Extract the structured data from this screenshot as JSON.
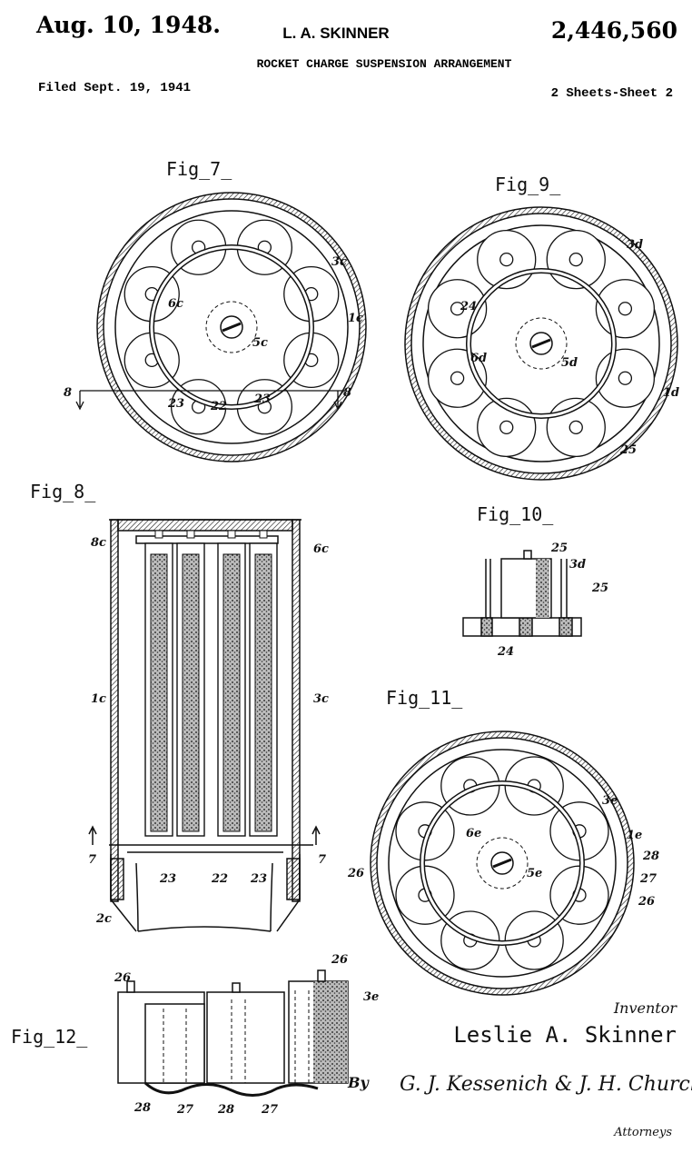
{
  "header": {
    "date": "Aug. 10, 1948.",
    "inventor_name": "L. A. SKINNER",
    "patent_number": "2,446,560",
    "title": "ROCKET CHARGE SUSPENSION ARRANGEMENT",
    "filed": "Filed Sept. 19, 1941",
    "sheets": "2 Sheets-Sheet 2"
  },
  "figures": {
    "fig7": {
      "label": "Fig_7_",
      "refs": [
        "3c",
        "6c",
        "1c",
        "5c",
        "8",
        "8",
        "23",
        "22",
        "23"
      ]
    },
    "fig9": {
      "label": "Fig_9_",
      "refs": [
        "3d",
        "24",
        "6d",
        "5d",
        "1d",
        "25"
      ]
    },
    "fig8": {
      "label": "Fig_8_",
      "refs": [
        "8c",
        "6c",
        "1c",
        "3c",
        "7",
        "7",
        "23",
        "22",
        "23",
        "2c"
      ]
    },
    "fig10": {
      "label": "Fig_10_",
      "refs": [
        "25",
        "3d",
        "25",
        "24"
      ]
    },
    "fig11": {
      "label": "Fig_11_",
      "refs": [
        "3e",
        "1e",
        "6e",
        "5e",
        "26",
        "28",
        "27",
        "26"
      ]
    },
    "fig12": {
      "label": "Fig_12_",
      "refs": [
        "26",
        "26",
        "3e",
        "28",
        "27",
        "28",
        "27"
      ]
    }
  },
  "signature": {
    "inventor_heading": "Inventor",
    "inventor": "Leslie A. Skinner",
    "by": "By",
    "attorneys_signature": "G. J. Kessenich & J. H. Church",
    "attorneys": "Attorneys"
  }
}
